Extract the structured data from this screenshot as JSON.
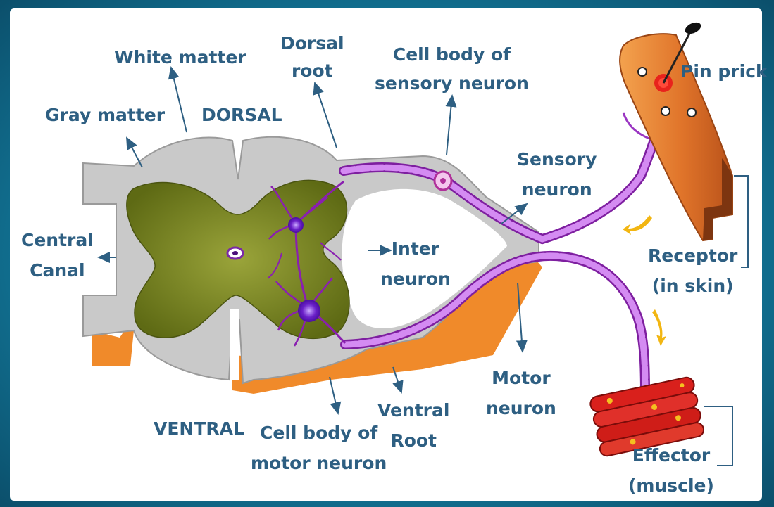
{
  "labels": {
    "white_matter": "White matter",
    "dorsal_root": [
      "Dorsal",
      "root"
    ],
    "cell_body_sensory": [
      "Cell body of",
      "sensory neuron"
    ],
    "pin_prick": "Pin prick",
    "gray_matter": "Gray matter",
    "dorsal": "DORSAL",
    "sensory_neuron": [
      "Sensory",
      "neuron"
    ],
    "central_canal": [
      "Central",
      "Canal"
    ],
    "inter_neuron": [
      "Inter",
      "neuron"
    ],
    "receptor": [
      "Receptor",
      "(in skin)"
    ],
    "motor_neuron": [
      "Motor",
      "neuron"
    ],
    "ventral": "VENTRAL",
    "cell_body_motor": [
      "Cell body of",
      "motor neuron"
    ],
    "ventral_root": [
      "Ventral",
      "Root"
    ],
    "effector": [
      "Effector",
      "(muscle)"
    ]
  },
  "colors": {
    "label": "#2e5f82",
    "white_matter": "#c9c9c9",
    "gray_matter": "#6f7d1e",
    "orange_rim": "#f08a2a",
    "neuron": "#a234c8",
    "skin": "#e07a30",
    "muscle": "#d9201c",
    "arrow": "#2e5f82",
    "flow_arrow": "#f2b612"
  },
  "icons": [
    "pin-icon",
    "flow-arrow-icon"
  ]
}
